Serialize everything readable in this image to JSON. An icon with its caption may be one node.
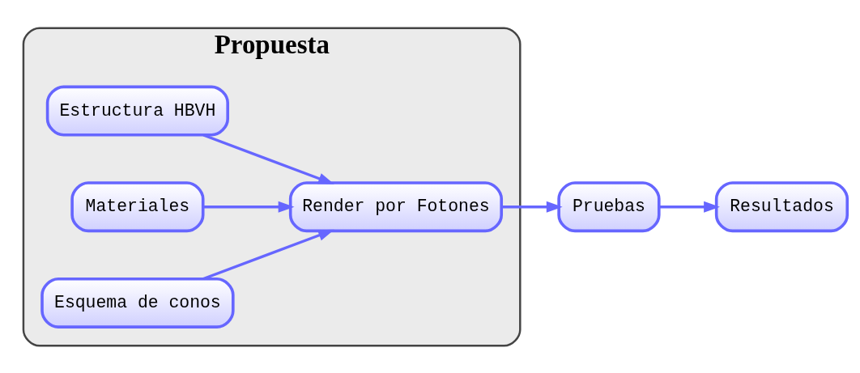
{
  "diagram": {
    "nodes": [
      {
        "text": [
          "Propuesta"
        ]
      },
      {
        "text": [
          "Estructura HBVH"
        ],
        "in": 0
      },
      {
        "text": [
          "Materiales"
        ],
        "in": 0
      },
      {
        "text": [
          "Esquema de conos"
        ],
        "in": 0
      },
      {
        "text": [
          "Render por Fotones"
        ],
        "in": 0
      },
      {
        "text": [
          "Pruebas"
        ]
      },
      {
        "text": [
          "Resultados"
        ]
      }
    ],
    "edges": [
      {
        "from": 1,
        "to": 4,
        "arrow": "to"
      },
      {
        "from": 2,
        "to": 4,
        "arrow": "to"
      },
      {
        "from": 3,
        "to": 4,
        "arrow": "to"
      },
      {
        "from": 4,
        "to": 5,
        "arrow": "to"
      },
      {
        "from": 5,
        "to": 6,
        "arrow": "to"
      }
    ]
  }
}
